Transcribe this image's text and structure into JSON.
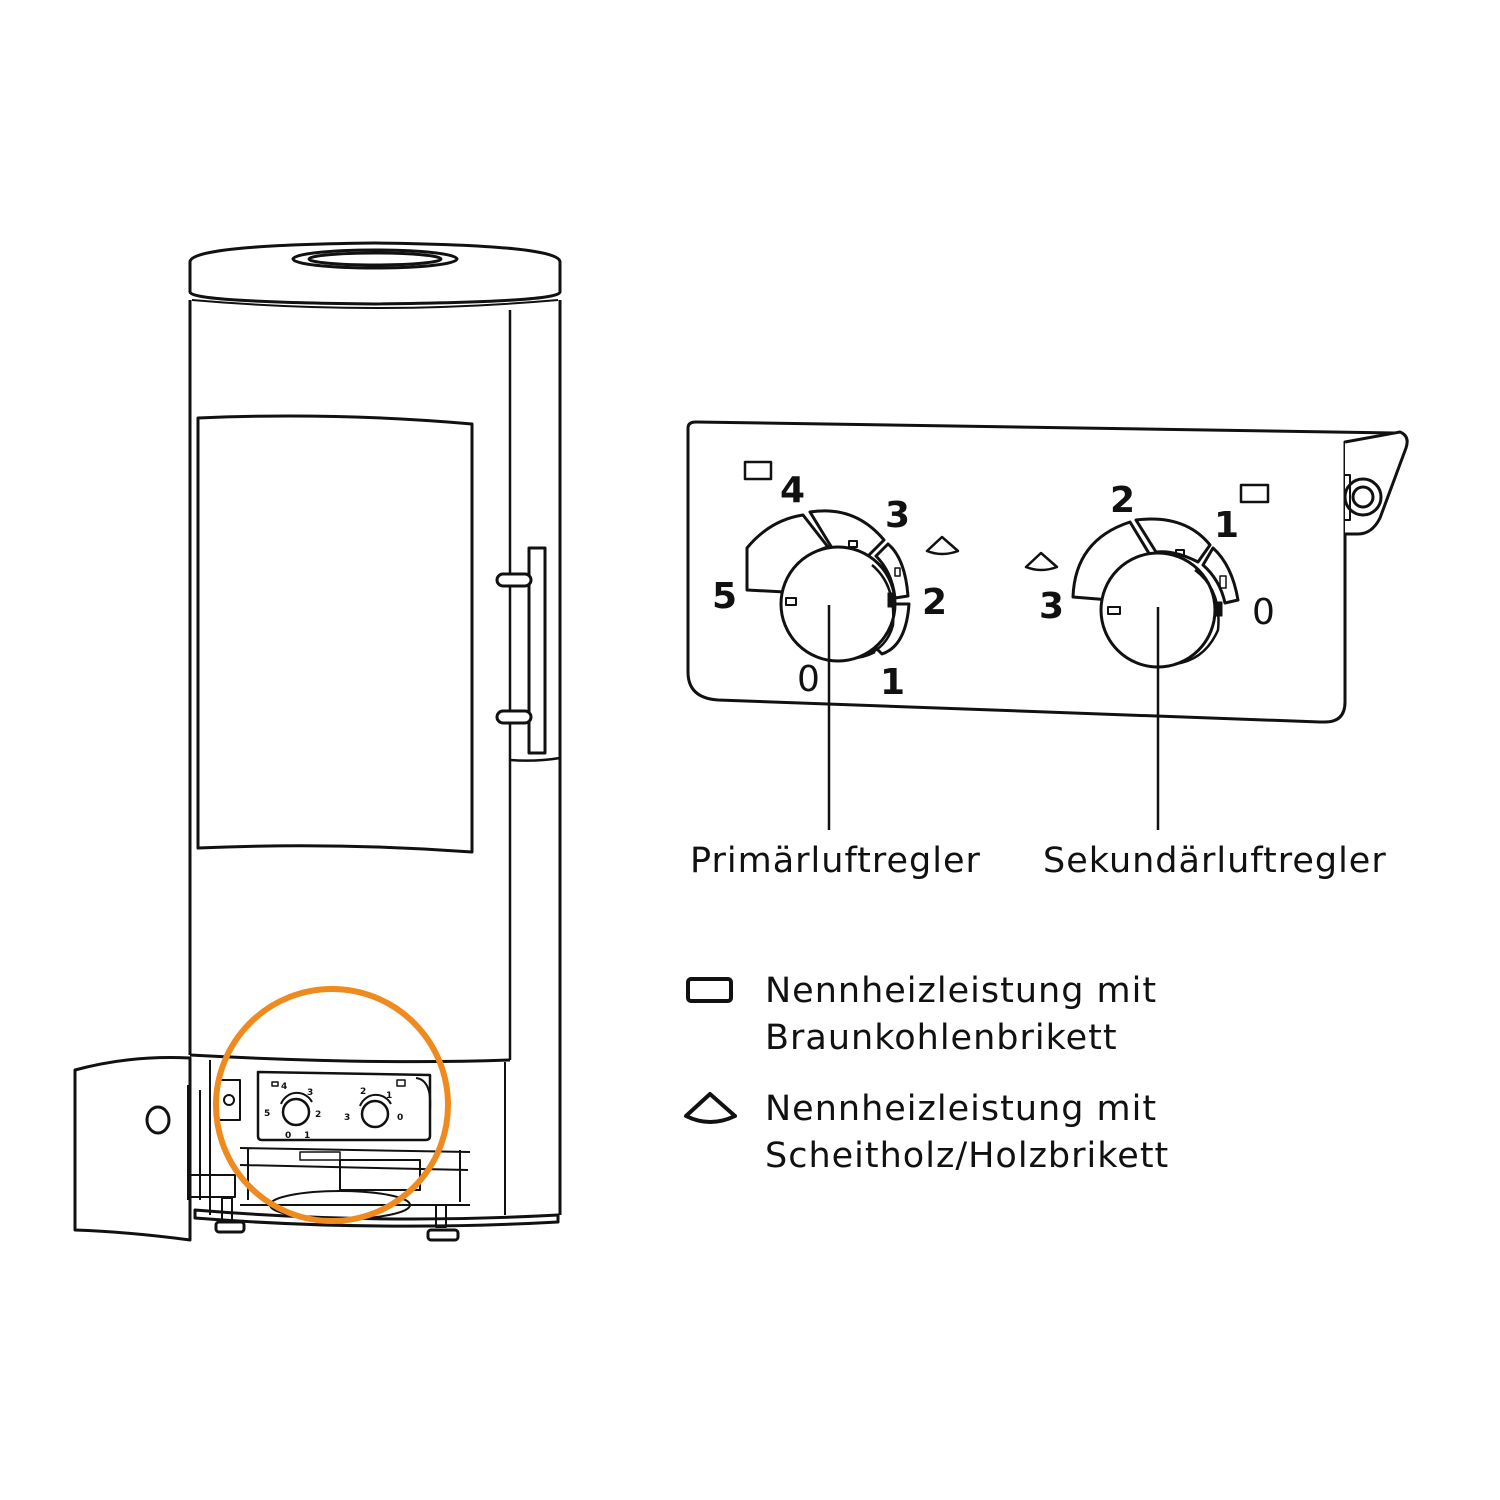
{
  "labels": {
    "primary": "Primärluftregler",
    "secondary": "Sekundärluftregler"
  },
  "primary_dial": {
    "marks": [
      "5",
      "4",
      "3",
      "2",
      "1",
      "0"
    ]
  },
  "secondary_dial": {
    "marks": [
      "3",
      "2",
      "1",
      "0"
    ]
  },
  "legend": [
    {
      "icon": "rectangle-icon",
      "line1": "Nennheizleistung mit",
      "line2": "Braunkohlenbrikett"
    },
    {
      "icon": "flame-segment-icon",
      "line1": "Nennheizleistung mit",
      "line2": "Scheitholz/Holzbrikett"
    }
  ],
  "colors": {
    "line": "#111111",
    "highlight": "#ef8a1e"
  }
}
